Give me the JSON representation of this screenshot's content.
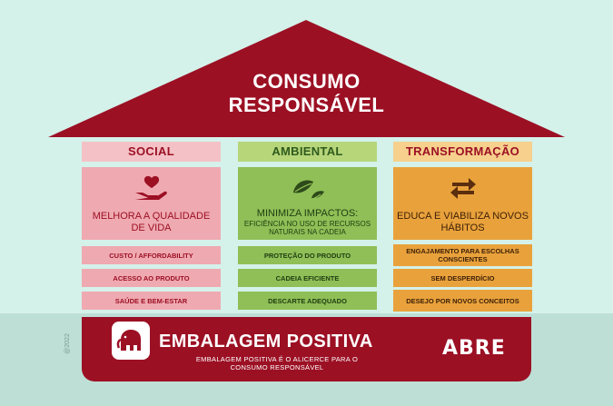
{
  "roof": {
    "title_line1": "CONSUMO",
    "title_line2": "RESPONSÁVEL"
  },
  "columns": [
    {
      "heading": "SOCIAL",
      "card_title": "Melhora a qualidade de vida",
      "icon": "hand-heart-icon",
      "items": [
        "CUSTO / AFFORDABILITY",
        "ACESSO AO PRODUTO",
        "SAÚDE E BEM-ESTAR"
      ]
    },
    {
      "heading": "AMBIENTAL",
      "card_title": "Minimiza impactos:",
      "card_subtitle": "Eficiência no uso de recursos naturais na cadeia",
      "icon": "leaves-icon",
      "items": [
        "PROTEÇÃO DO PRODUTO",
        "CADEIA EFICIENTE",
        "DESCARTE ADEQUADO"
      ]
    },
    {
      "heading": "TRANSFORMAÇÃO",
      "card_title": "Educa e viabiliza novos hábitos",
      "icon": "exchange-arrows-icon",
      "items": [
        "ENGAJAMENTO PARA ESCOLHAS CONSCIENTES",
        "SEM DESPERDÍCIO",
        "DESEJO POR NOVOS CONCEITOS"
      ]
    }
  ],
  "base": {
    "title": "EMBALAGEM POSITIVA",
    "subtitle": "Embalagem positiva é o alicerce para o  consumo responsável",
    "logo": "ABRE",
    "icon": "elephant-icon"
  },
  "copyright": "@2022",
  "colors": {
    "background": "#d4f1ea",
    "ground": "#bddfd6",
    "roof": "#9c1024",
    "social_header": "#f4c2c6",
    "social_card": "#efa9b1",
    "social_text": "#9c1024",
    "environmental_header": "#b7d67a",
    "environmental_card": "#8fbf56",
    "environmental_text": "#2e5a1c",
    "transformation_header": "#f6d08c",
    "transformation_card": "#e9a23b",
    "transformation_text": "#6b3a12"
  }
}
